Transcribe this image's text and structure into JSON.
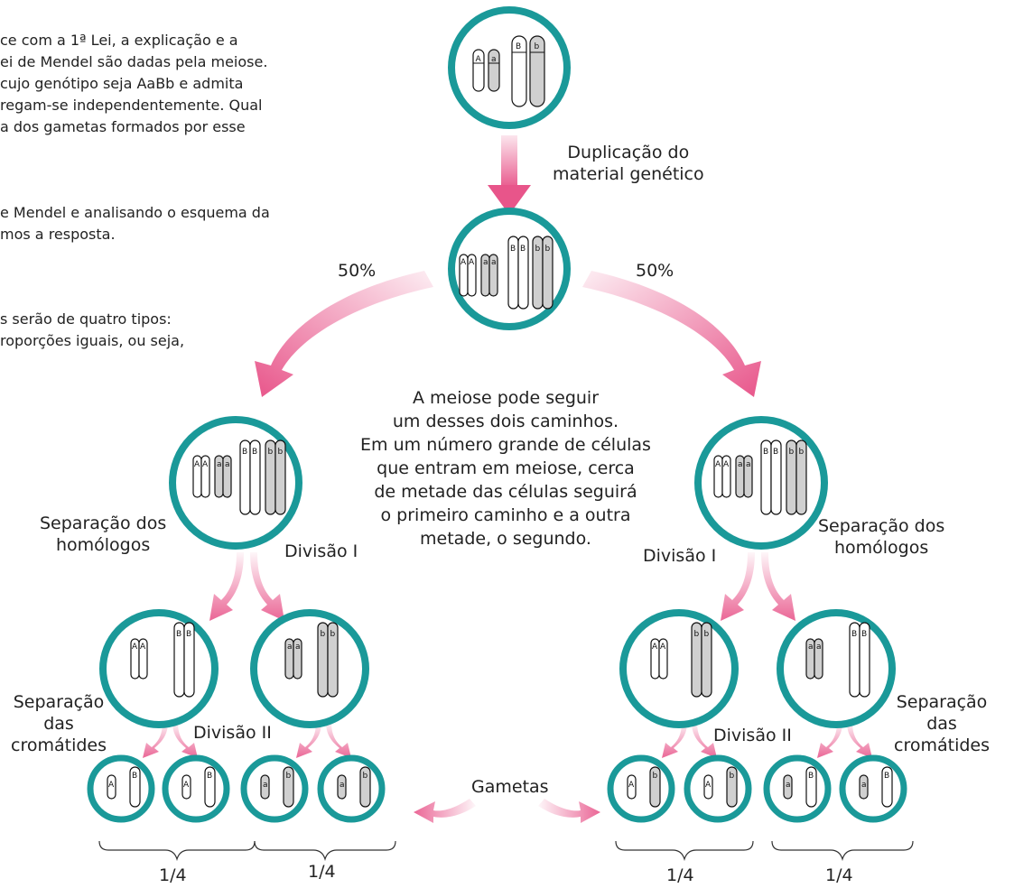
{
  "intro": {
    "p1": [
      "ce com a 1ª Lei, a explicação e a",
      "ei de Mendel são dadas pela meiose.",
      "cujo genótipo seja AaBb e admita",
      "regam-se independentemente. Qual",
      "a dos gametas formados por esse"
    ],
    "p2": [
      "e Mendel e analisando o esquema da",
      "mos a resposta."
    ],
    "p3": [
      "s serão de quatro tipos:",
      "roporções iguais, ou seja,"
    ]
  },
  "labels": {
    "duplication": [
      "Duplicação do",
      "material genético"
    ],
    "left_pct": "50%",
    "right_pct": "50%",
    "center": [
      "A meiose pode seguir",
      "um desses dois caminhos.",
      "Em um número grande de células",
      "que entram em meiose, cerca",
      "de metade das células seguirá",
      "o primeiro caminho e a outra",
      "metade, o segundo."
    ],
    "sep_homologs_left": [
      "Separação dos",
      "homólogos"
    ],
    "sep_homologs_right": [
      "Separação dos",
      "homólogos"
    ],
    "division1_left": "Divisão I",
    "division1_right": "Divisão I",
    "division2_left": "Divisão II",
    "division2_right": "Divisão II",
    "sep_chromatids_left": [
      "Separação",
      "das",
      "cromátides"
    ],
    "sep_chromatids_right": [
      "Separação",
      "das",
      "cromátides"
    ],
    "gametes": "Gametas",
    "fractions": [
      "1/4",
      "1/4",
      "1/4",
      "1/4"
    ]
  },
  "alleles": {
    "dominant_a": "A",
    "recessive_a": "a",
    "dominant_b": "B",
    "recessive_b": "b"
  },
  "colors": {
    "ring": "#1a9999",
    "arrow": "#e8558a",
    "chromosome_gray": "#d0d0d0"
  }
}
